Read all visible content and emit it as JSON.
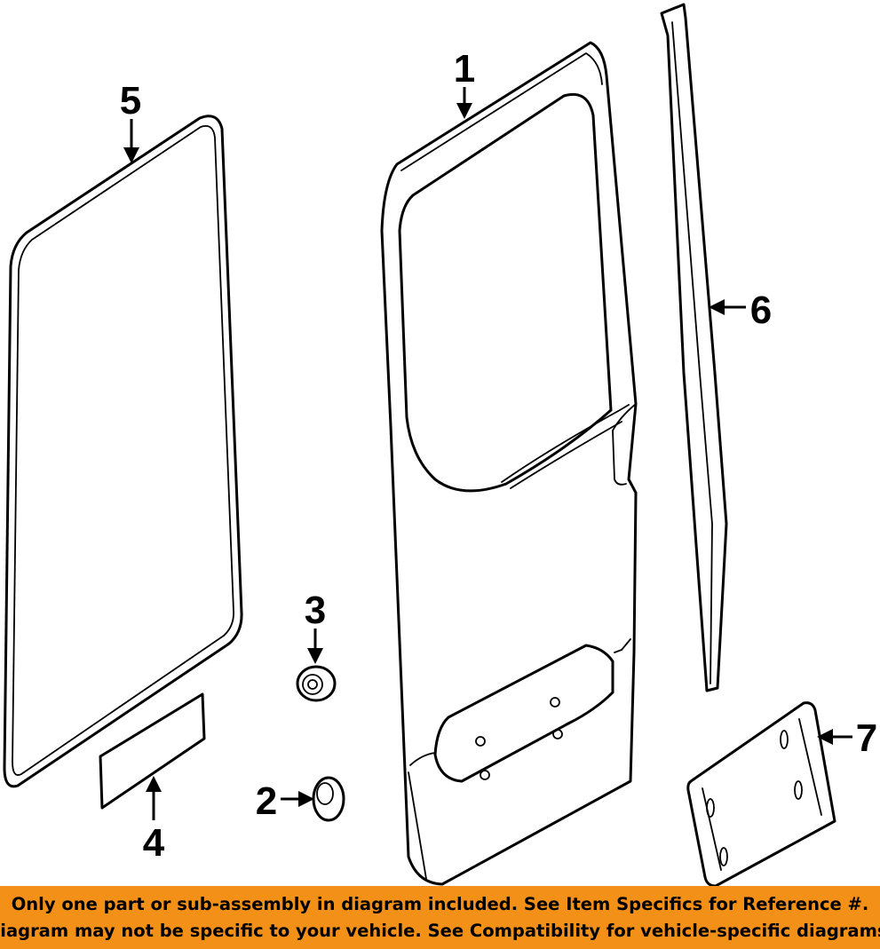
{
  "callouts": {
    "c1": "1",
    "c2": "2",
    "c3": "3",
    "c4": "4",
    "c5": "5",
    "c6": "6",
    "c7": "7"
  },
  "disclaimer": {
    "line1": "Only one part or sub-assembly in diagram included. See Item Specifics for Reference #.",
    "line2": "Diagram may not be specific to your vehicle. See Compatibility for vehicle-specific diagrams."
  },
  "colors": {
    "banner": "#f39018",
    "line": "#000000",
    "background": "#ffffff"
  }
}
